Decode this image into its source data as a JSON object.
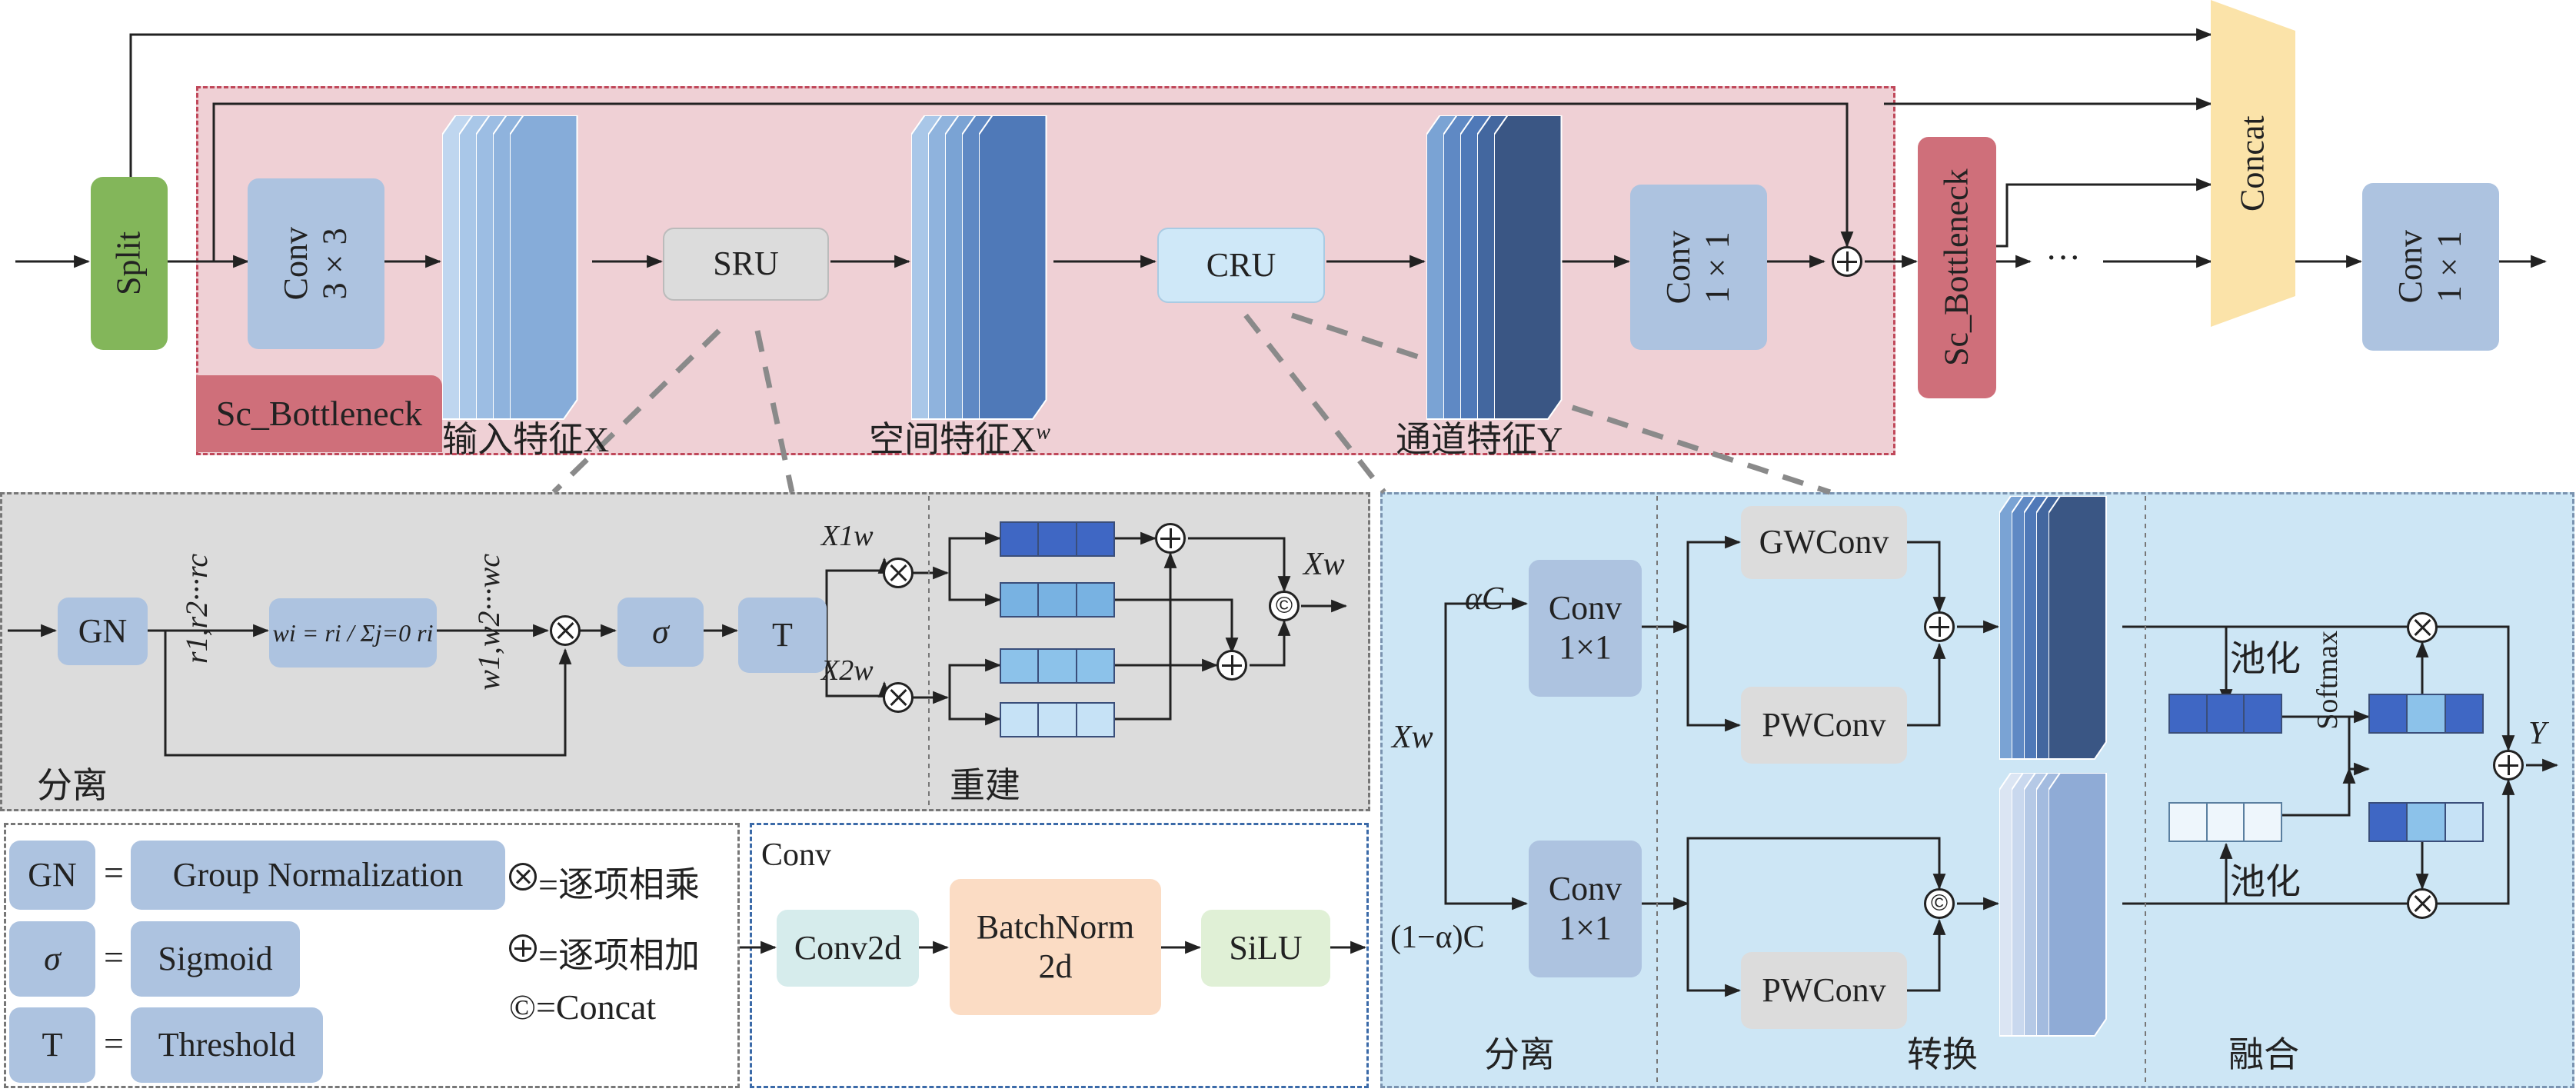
{
  "top": {
    "split": "Split",
    "conv3x3": "Conv\n3×3",
    "sru": "SRU",
    "cru": "CRU",
    "conv1x1": "Conv\n1×1",
    "sc_bottleneck_inner": "Sc_Bottleneck",
    "sc_bottleneck_outer": "Sc_Bottleneck",
    "ellipsis": "···",
    "concat": "Concat",
    "conv1x1_final": "Conv\n1×1",
    "feat_in": "输入特征X",
    "feat_spatial": "空间特征X",
    "feat_spatial_sup": "w",
    "feat_channel": "通道特征Y"
  },
  "sru": {
    "gn": "GN",
    "r_seq": "r1,r2···rc",
    "weight_eq": "wi = ri / Σj=0 ri",
    "w_seq": "w1,w2···wc",
    "sigma": "σ",
    "t": "T",
    "x1w": "X1w",
    "x2w": "X2w",
    "xw_out": "Xw",
    "sep_label": "分离",
    "rebuild_label": "重建"
  },
  "cru": {
    "xw_in": "Xw",
    "alpha_c": "αC",
    "one_minus_alpha_c": "(1−α)C",
    "conv_top": "Conv\n1×1",
    "conv_bottom": "Conv\n1×1",
    "gwconv": "GWConv",
    "pwconv_top": "PWConv",
    "pwconv_bottom": "PWConv",
    "pool_top": "池化",
    "pool_bottom": "池化",
    "softmax": "Softmax",
    "y_out": "Y",
    "sep_label": "分离",
    "transform_label": "转换",
    "fuse_label": "融合"
  },
  "legend": {
    "gn_key": "GN",
    "gn_eq": "=",
    "gn_val": "Group Normalization",
    "sigma_key": "σ",
    "sigma_eq": "=",
    "sigma_val": "Sigmoid",
    "t_key": "T",
    "t_eq": "=",
    "t_val": "Threshold",
    "mult_text": "=逐项相乘",
    "add_text": "=逐项相加",
    "concat_text": "©=Concat"
  },
  "conv_module": {
    "title": "Conv",
    "conv2d": "Conv2d",
    "batchnorm": "BatchNorm\n2d",
    "silu": "SiLU"
  },
  "colors": {
    "pink_region": "#efd0d5",
    "gray_region": "#dcdcdc",
    "blue_region": "#cde6f5",
    "box_blue": "#adc3e0",
    "split_green": "#83b65a",
    "concat_yellow": "#fbe3a9",
    "bottleneck_red": "#cf6f7a",
    "cru_box": "#cfe8f8"
  }
}
